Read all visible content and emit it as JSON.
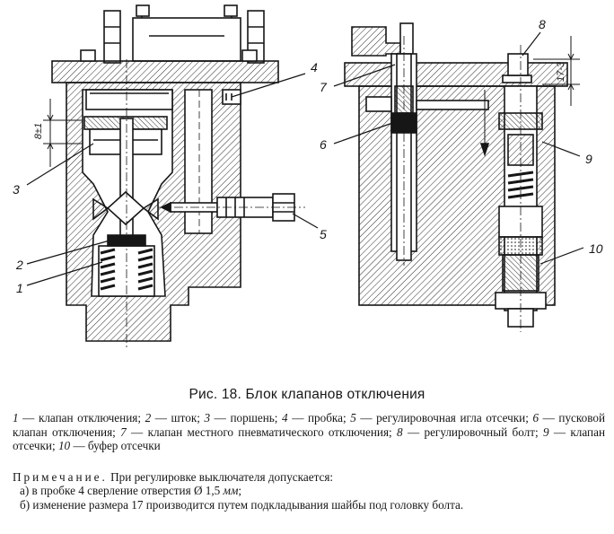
{
  "figure": {
    "callouts": {
      "c1": "1",
      "c2": "2",
      "c3": "3",
      "c4": "4",
      "c5": "5",
      "c6": "6",
      "c7": "7",
      "c8": "8",
      "c9": "9",
      "c10": "10"
    },
    "dimensions": {
      "left_gap": "8±1",
      "right_gap": "17-3"
    }
  },
  "caption": "Рис. 18. Блок клапанов отключения",
  "legend": {
    "items": [
      {
        "num": "1",
        "text": "клапан отключения;"
      },
      {
        "num": "2",
        "text": "шток;"
      },
      {
        "num": "3",
        "text": "поршень;"
      },
      {
        "num": "4",
        "text": "пробка;"
      },
      {
        "num": "5",
        "text": "регулировочная игла отсечки;"
      },
      {
        "num": "6",
        "text": "пусковой клапан отключения;"
      },
      {
        "num": "7",
        "text": "клапан местного пневматического отключения;"
      },
      {
        "num": "8",
        "text": "регулировочный болт;"
      },
      {
        "num": "9",
        "text": "клапан отсечки;"
      },
      {
        "num": "10",
        "text": "буфер отсечки"
      }
    ]
  },
  "note": {
    "heading": "Примечание.",
    "intro": "При регулировке выключателя допускается:",
    "item_a_prefix": "а) в пробке 4 сверление отверстия",
    "item_a_symbol": "Ø",
    "item_a_value": "1,5",
    "item_a_unit": "мм",
    "item_a_end": ";",
    "item_b": "б) изменение размера 17 производится путем подкладывания шайбы под головку болта."
  },
  "colors": {
    "ink": "#161616",
    "paper": "#ffffff"
  }
}
